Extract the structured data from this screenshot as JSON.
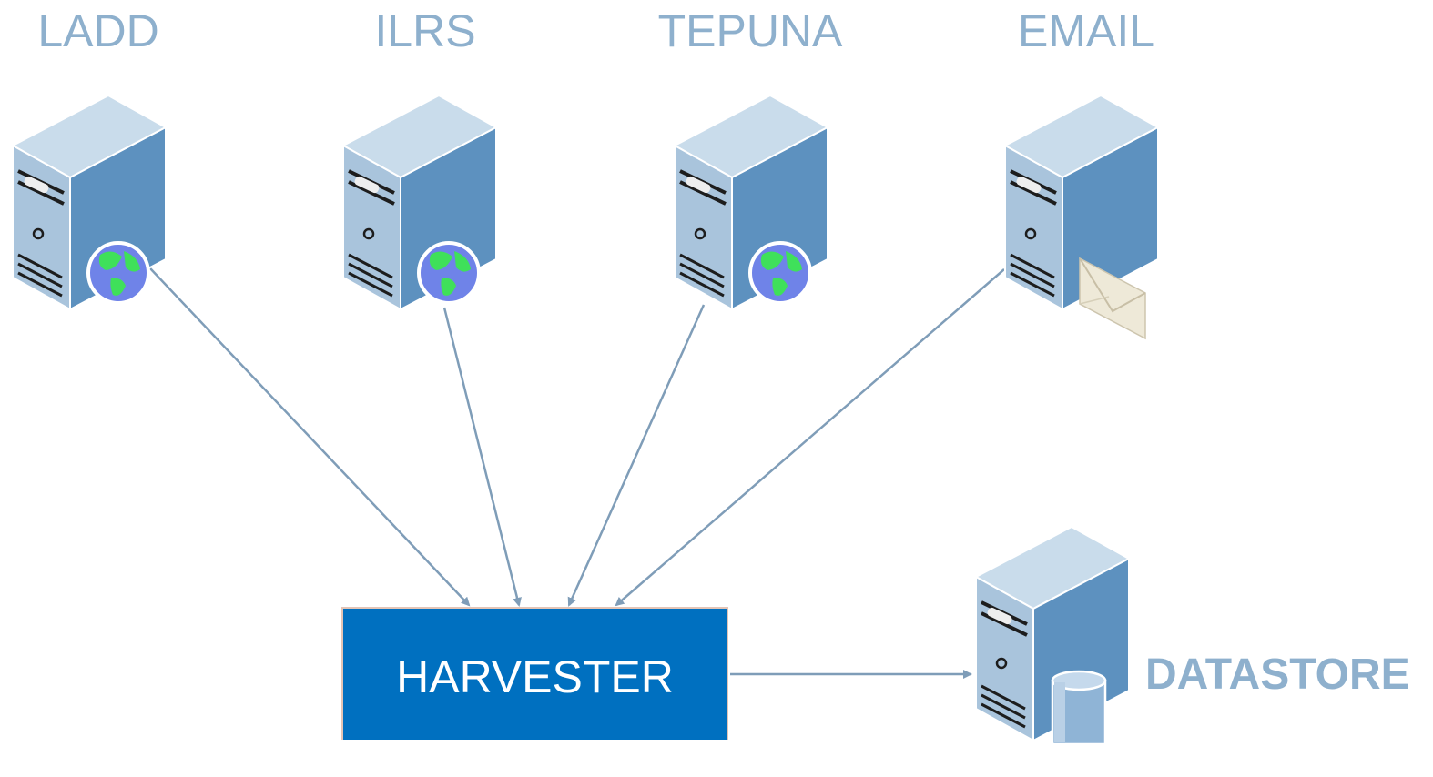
{
  "sources": [
    {
      "label": "LADD",
      "badge": "globe-icon"
    },
    {
      "label": "ILRS",
      "badge": "globe-icon"
    },
    {
      "label": "TEPUNA",
      "badge": "globe-icon"
    },
    {
      "label": "EMAIL",
      "badge": "envelope-icon"
    }
  ],
  "harvester": {
    "label": "HARVESTER"
  },
  "datastore": {
    "label": "DATASTORE",
    "badge": "database-icon"
  },
  "colors": {
    "label_text": "#8eb0cd",
    "harvester_fill": "#0070c0",
    "connector": "#7f9db8",
    "server_front": "#a9c4dc",
    "server_side": "#5d91bf",
    "server_top": "#c9dceb"
  }
}
